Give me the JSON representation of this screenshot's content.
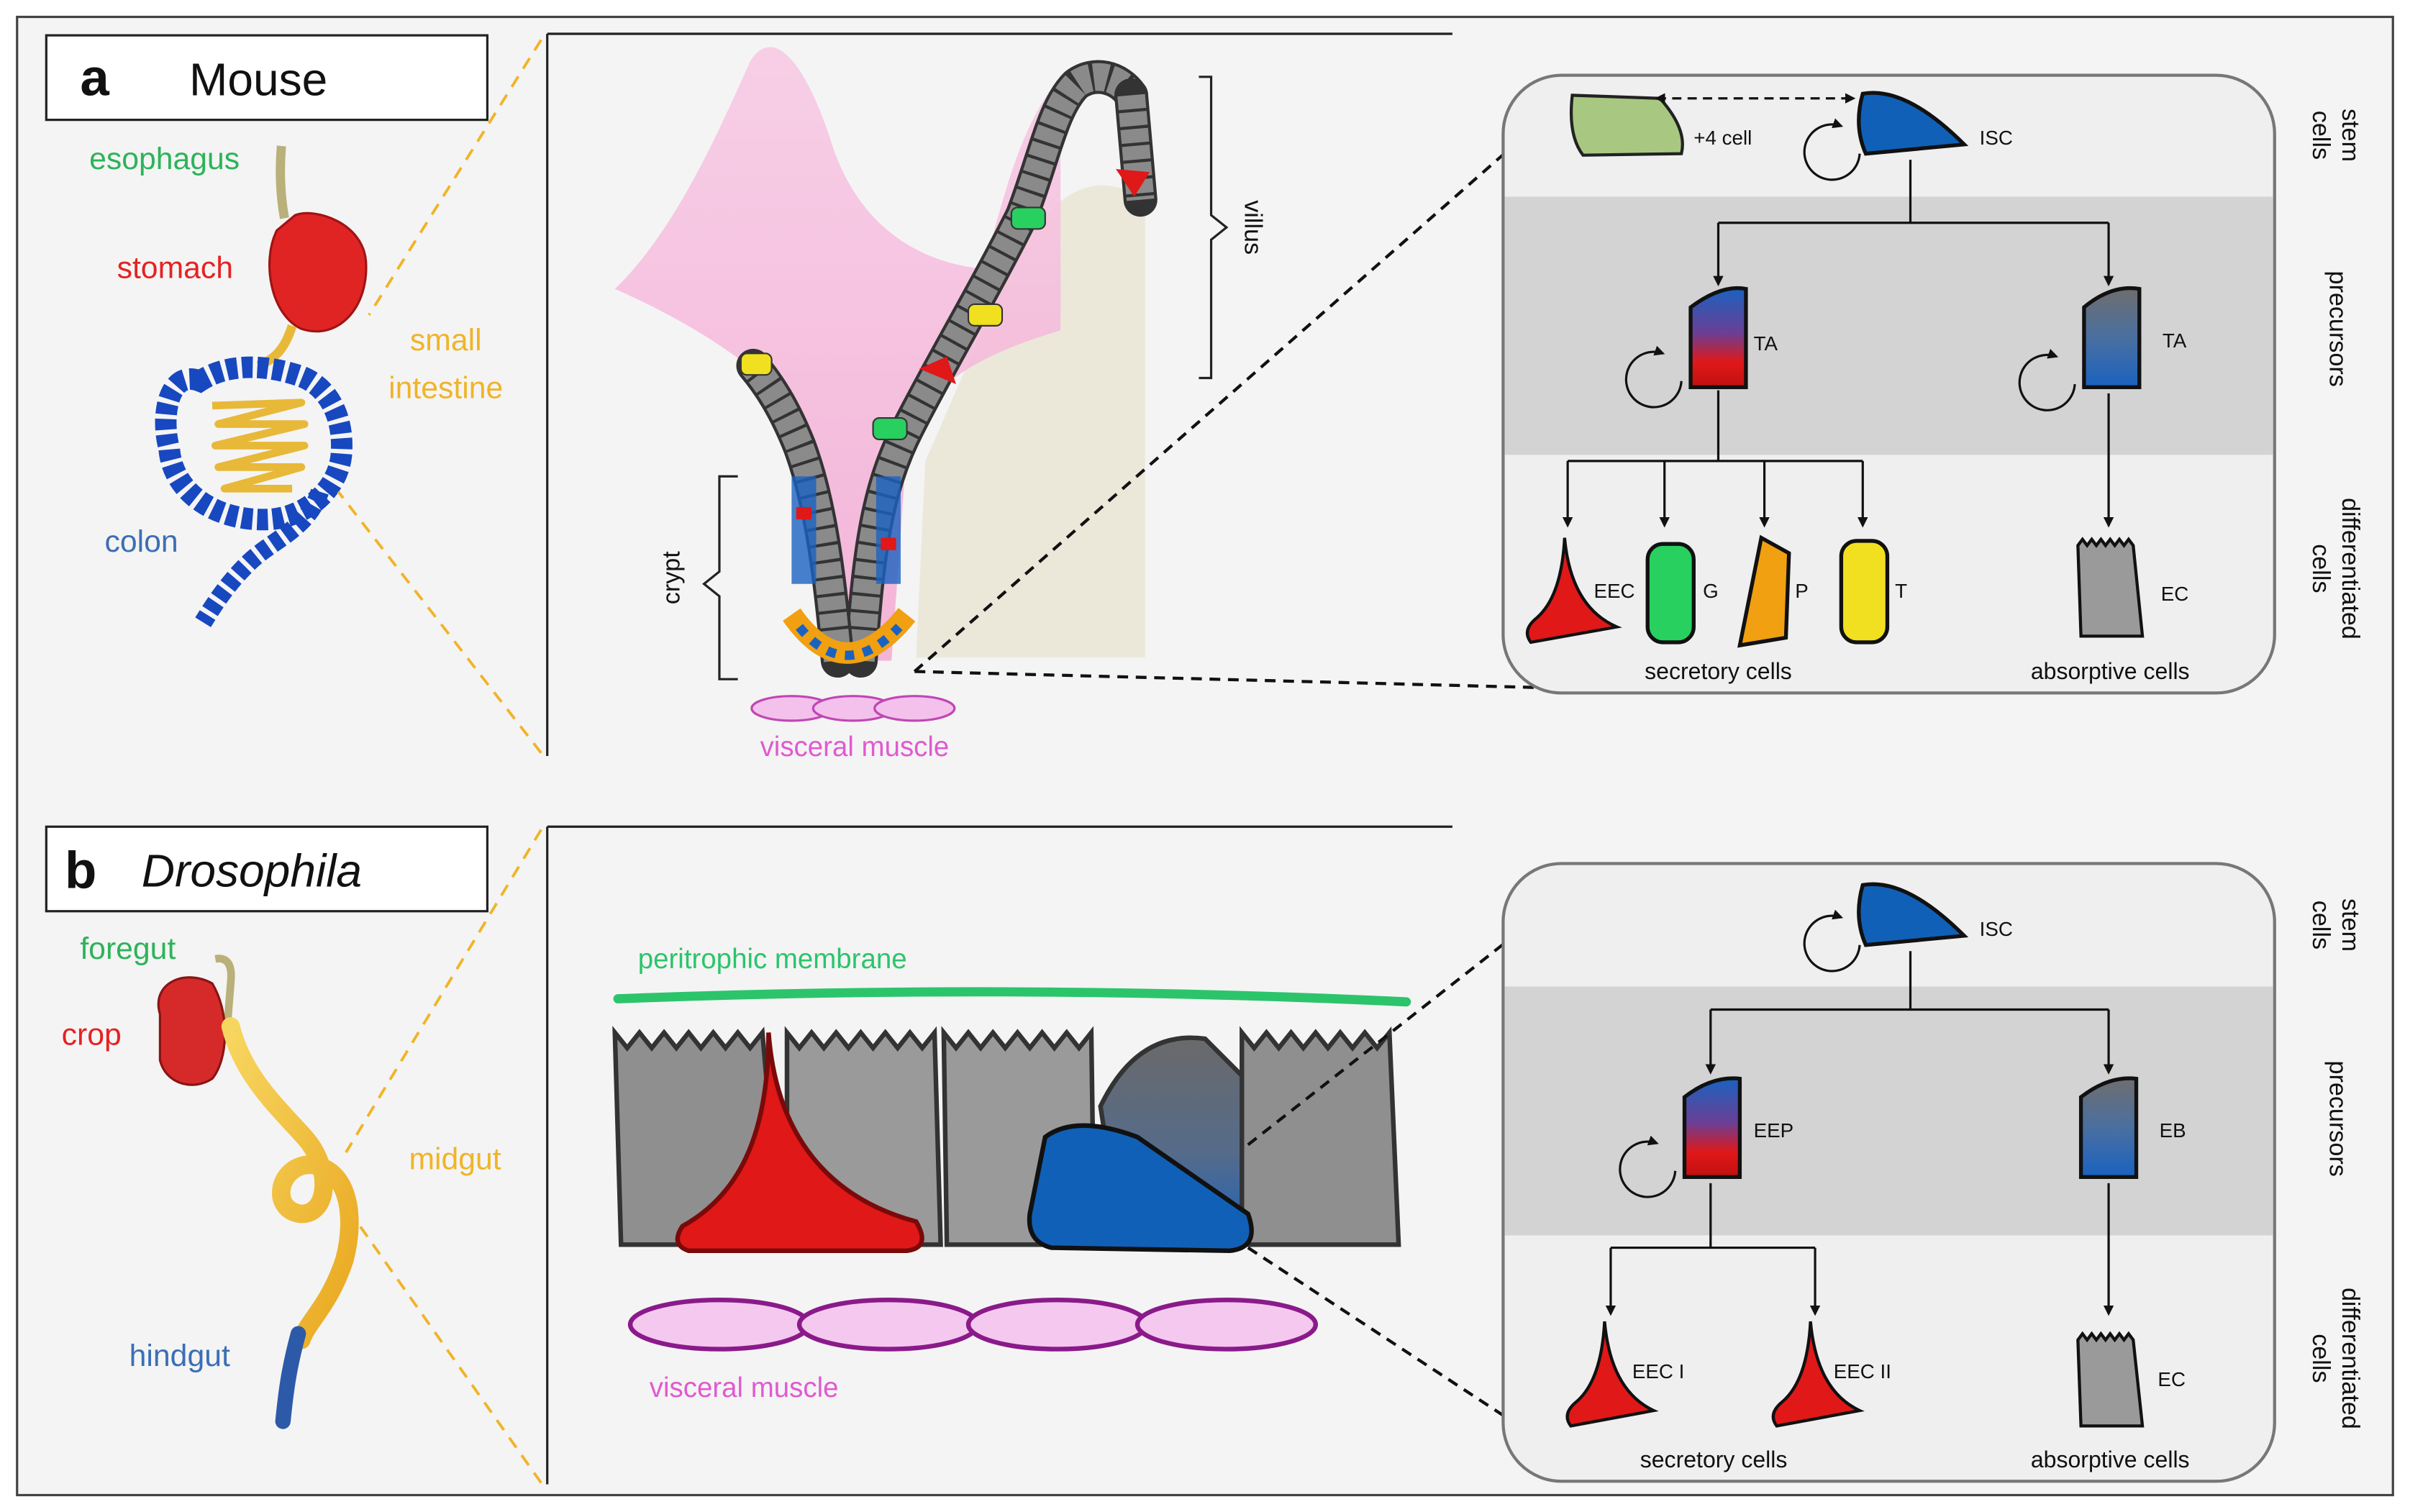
{
  "panel_a": {
    "letter": "a",
    "title": "Mouse",
    "organs": {
      "esophagus": "esophagus",
      "stomach": "stomach",
      "small_intestine_line1": "small",
      "small_intestine_line2": "intestine",
      "colon": "colon"
    },
    "tissue": {
      "villus": "villus",
      "crypt": "crypt",
      "visceral_muscle": "visceral muscle"
    },
    "lineage": {
      "plus4": "+4 cell",
      "isc": "ISC",
      "ta_left": "TA",
      "ta_right": "TA",
      "eec": "EEC",
      "g": "G",
      "p": "P",
      "t": "T",
      "ec": "EC",
      "secretory": "secretory cells",
      "absorptive": "absorptive cells"
    },
    "rows": {
      "stem_1": "stem",
      "stem_2": "cells",
      "prec": "precursors",
      "diff_1": "differentiated",
      "diff_2": "cells"
    }
  },
  "panel_b": {
    "letter": "b",
    "title": "Drosophila",
    "organs": {
      "foregut": "foregut",
      "crop": "crop",
      "midgut": "midgut",
      "hindgut": "hindgut"
    },
    "tissue": {
      "peritrophic": "peritrophic membrane",
      "visceral_muscle": "visceral muscle"
    },
    "lineage": {
      "isc": "ISC",
      "eep": "EEP",
      "eb": "EB",
      "eec1": "EEC I",
      "eec2": "EEC II",
      "ec": "EC",
      "secretory": "secretory cells",
      "absorptive": "absorptive cells"
    },
    "rows": {
      "stem_1": "stem",
      "stem_2": "cells",
      "prec": "precursors",
      "diff_1": "differentiated",
      "diff_2": "cells"
    }
  },
  "colors": {
    "esophagus": "#2db35a",
    "stomach": "#e52222",
    "intestine": "#f0b428",
    "colon": "#3b6fb5",
    "muscle": "#e05ad0",
    "membrane": "#2cc46b",
    "isc": "#1060b8",
    "eec": "#e01818",
    "goblet": "#28d060",
    "paneth": "#f0a010",
    "tuft": "#f0e020",
    "ec": "#9a9a9a",
    "plus4": "#a8c882"
  }
}
